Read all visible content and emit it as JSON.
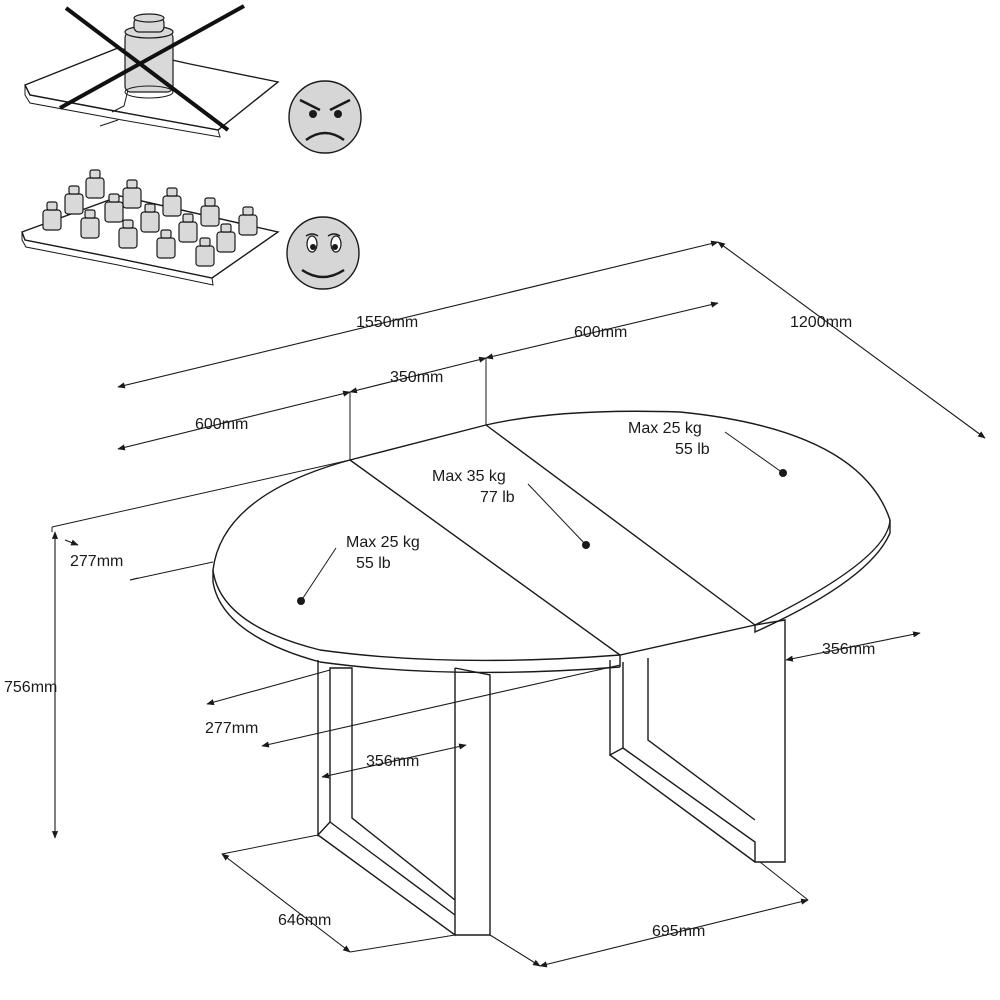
{
  "dimensions": {
    "total_length": "1550mm",
    "depth": "1200mm",
    "leaf_right": "600mm",
    "middle_leaf": "350mm",
    "leaf_left": "600mm",
    "overhang_back": "277mm",
    "overhang_front": "277mm",
    "height": "756mm",
    "leg_inset_right": "356mm",
    "leg_inset_left": "356mm",
    "leg_depth": "646mm",
    "leg_span": "695mm"
  },
  "loads": {
    "right_weight": "Max 25 kg",
    "right_weight_lb": "55 lb",
    "middle_weight": "Max 35 kg",
    "middle_weight_lb": "77 lb",
    "left_weight": "Max 25 kg",
    "left_weight_lb": "55 lb"
  },
  "icons": {
    "bad_load": "concentrated-weight-icon",
    "good_load": "distributed-weights-icon",
    "angry": "angry-face-icon",
    "happy": "happy-face-icon"
  }
}
